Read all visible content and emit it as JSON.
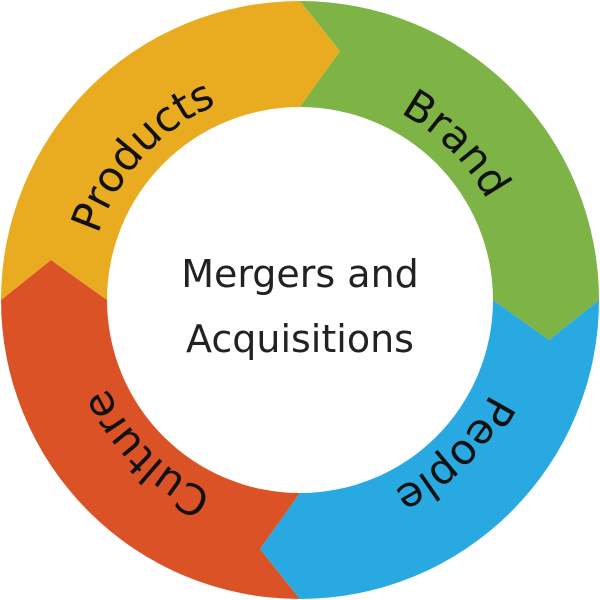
{
  "diagram": {
    "center": {
      "line1": "Mergers and",
      "line2": "Acquisitions"
    },
    "segments": [
      {
        "id": "products",
        "label": "Products",
        "color": "#E9AC20"
      },
      {
        "id": "brand",
        "label": "Brand",
        "color": "#7DB445"
      },
      {
        "id": "people",
        "label": "People",
        "color": "#29A9E1"
      },
      {
        "id": "culture",
        "label": "Culture",
        "color": "#DA5226"
      }
    ]
  }
}
